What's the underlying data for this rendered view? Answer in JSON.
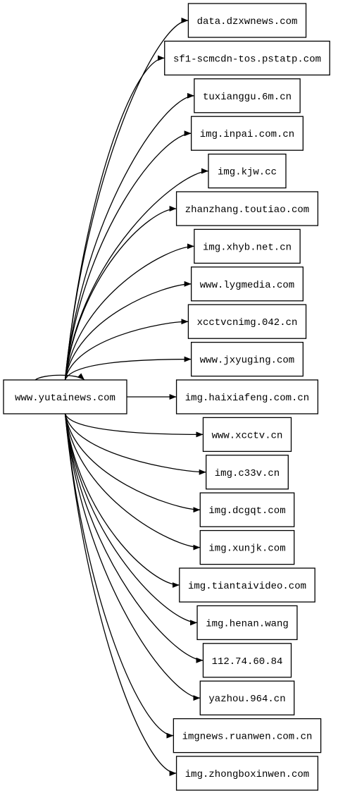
{
  "graph": {
    "source": "www.yutainews.com",
    "targets": [
      "data.dzxwnews.com",
      "sf1-scmcdn-tos.pstatp.com",
      "tuxianggu.6m.cn",
      "img.inpai.com.cn",
      "img.kjw.cc",
      "zhanzhang.toutiao.com",
      "img.xhyb.net.cn",
      "www.lygmedia.com",
      "xcctvcnimg.042.cn",
      "www.jxyuging.com",
      "img.haixiafeng.com.cn",
      "www.xcctv.cn",
      "img.c33v.cn",
      "img.dcgqt.com",
      "img.xunjk.com",
      "img.tiantaivideo.com",
      "img.henan.wang",
      "112.74.60.84",
      "yazhou.964.cn",
      "imgnews.ruanwen.com.cn",
      "img.zhongboxinwen.com"
    ],
    "self_loop": true
  },
  "colors": {
    "stroke": "#000000",
    "fill": "#ffffff",
    "text": "#000000"
  }
}
